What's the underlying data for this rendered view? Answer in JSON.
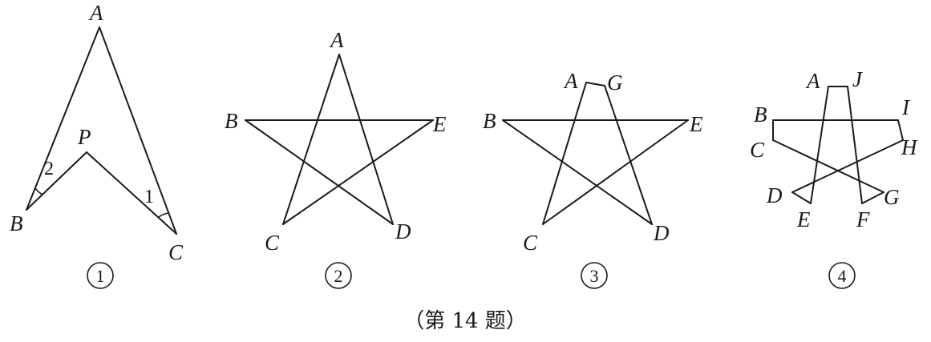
{
  "figure1": {
    "points": {
      "A": "A",
      "B": "B",
      "C": "C",
      "P": "P"
    },
    "angles": {
      "angle1": "1",
      "angle2": "2"
    },
    "number": "1"
  },
  "figure2": {
    "points": {
      "A": "A",
      "B": "B",
      "C": "C",
      "D": "D",
      "E": "E"
    },
    "number": "2"
  },
  "figure3": {
    "points": {
      "A": "A",
      "G": "G",
      "B": "B",
      "C": "C",
      "D": "D",
      "E": "E"
    },
    "number": "3"
  },
  "figure4": {
    "points": {
      "A": "A",
      "J": "J",
      "B": "B",
      "I": "I",
      "C": "C",
      "H": "H",
      "D": "D",
      "G": "G",
      "E": "E",
      "F": "F"
    },
    "number": "4"
  },
  "caption": "（第 14 题）"
}
